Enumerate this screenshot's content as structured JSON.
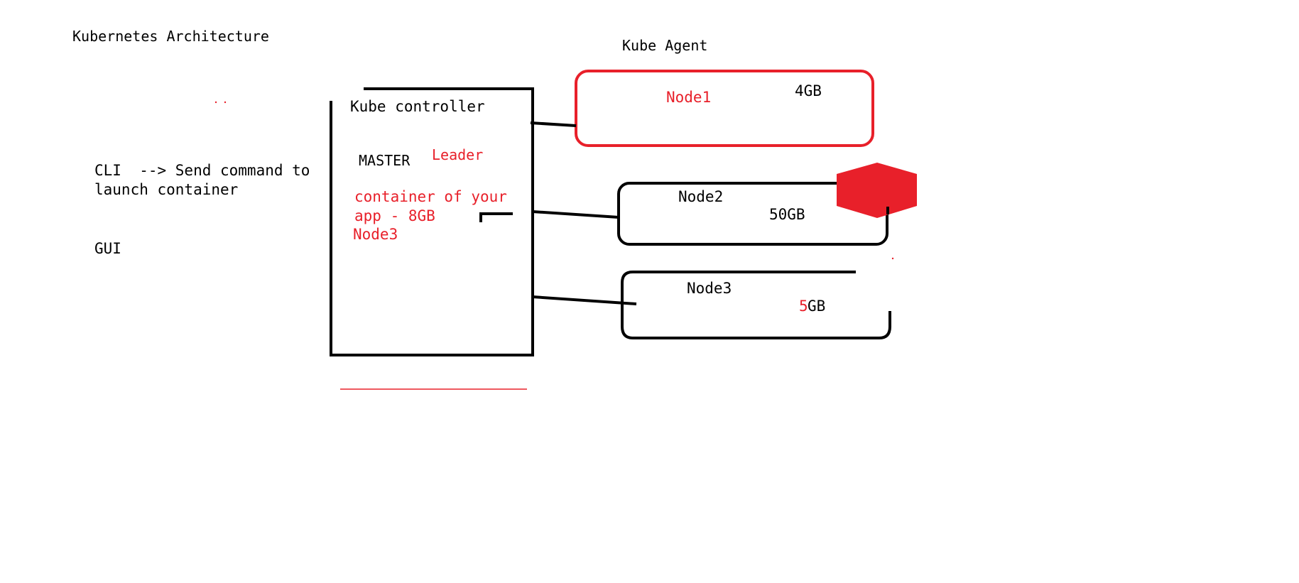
{
  "title": "Kubernetes Architecture",
  "agent_label": "Kube Agent",
  "controller": {
    "label": "Kube controller",
    "master": "MASTER",
    "leader": "Leader",
    "note_line1": "container of your",
    "note_line2": "app - 8GB",
    "note_line3": "Node3"
  },
  "client": {
    "cli_line1": "CLI  --> Send command to",
    "cli_line2": "launch container",
    "gui": "GUI"
  },
  "nodes": [
    {
      "name": "Node1",
      "capacity": "4GB"
    },
    {
      "name": "Node2",
      "capacity": "50GB"
    },
    {
      "name": "Node3",
      "capacity_prefix": "5",
      "capacity_suffix": "GB"
    }
  ],
  "colors": {
    "ink": "#000000",
    "accent": "#e8202a"
  }
}
